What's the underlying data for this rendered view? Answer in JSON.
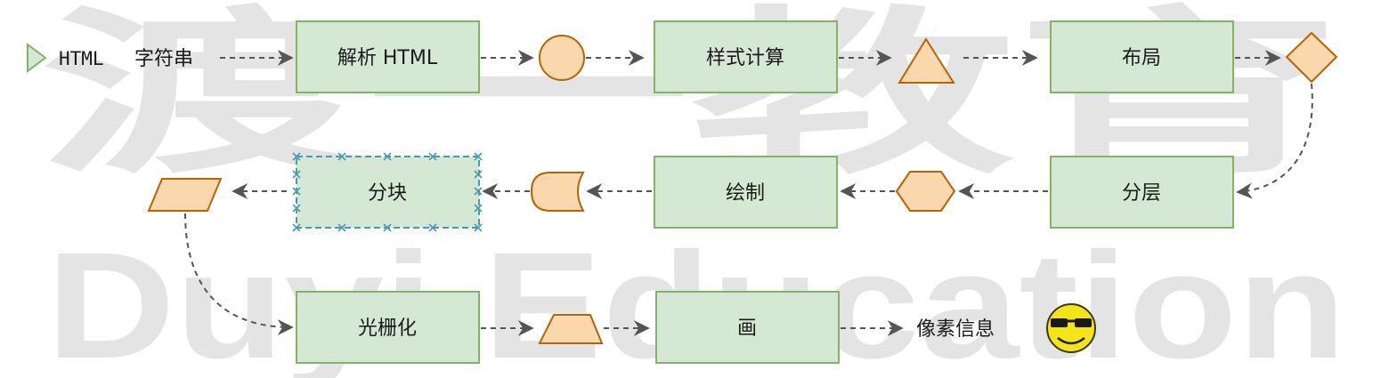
{
  "watermark": {
    "line1": "渡一教育",
    "line2": "Duyi Education",
    "color": "#dcdcdc"
  },
  "start": {
    "label_mono": "HTML",
    "label_cn": "字符串"
  },
  "steps": [
    {
      "id": "parse",
      "label": "解析 HTML"
    },
    {
      "id": "style",
      "label": "样式计算"
    },
    {
      "id": "layout",
      "label": "布局"
    },
    {
      "id": "layer",
      "label": "分层"
    },
    {
      "id": "paint",
      "label": "绘制"
    },
    {
      "id": "tiling",
      "label": "分块"
    },
    {
      "id": "raster",
      "label": "光栅化"
    },
    {
      "id": "draw",
      "label": "画"
    }
  ],
  "end": {
    "label": "像素信息",
    "icon": "cool-smiley-icon"
  },
  "colors": {
    "box_fill": "#d5e8d4",
    "box_stroke": "#82b366",
    "shape_fill": "#fad7ac",
    "shape_stroke": "#b46504",
    "arrow": "#555555",
    "start_fill": "#d5e8d4",
    "tiling_cross": "#4a9bb0",
    "smiley": "#f4e516"
  }
}
